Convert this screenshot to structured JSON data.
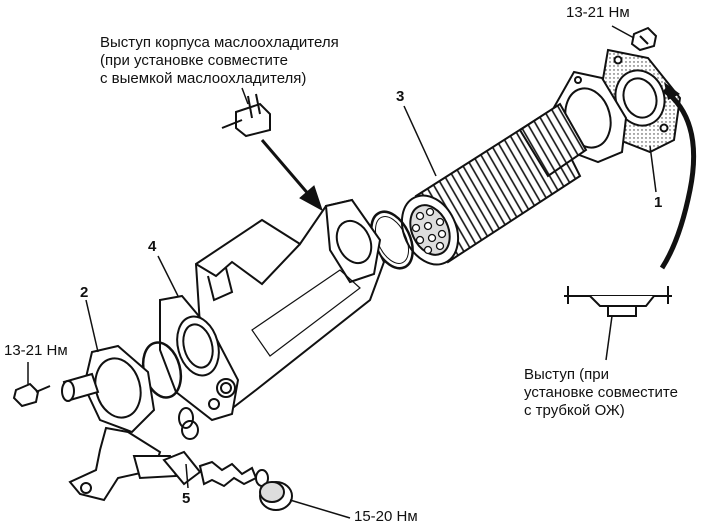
{
  "labels": {
    "torque_top_right": "13-21 Нм",
    "torque_left": "13-21 Нм",
    "torque_bottom": "15-20 Нм",
    "boss_note_line1": "Выступ корпуса маслоохладителя",
    "boss_note_line2": "(при установке совместите",
    "boss_note_line3": "с выемкой маслоохладителя)",
    "tube_note_line1": "Выступ (при",
    "tube_note_line2": "установке совместите",
    "tube_note_line3": "с трубкой ОЖ)"
  },
  "parts": {
    "p1": "1",
    "p2": "2",
    "p3": "3",
    "p4": "4",
    "p5": "5"
  },
  "colors": {
    "ink": "#111111",
    "paper": "#ffffff"
  }
}
